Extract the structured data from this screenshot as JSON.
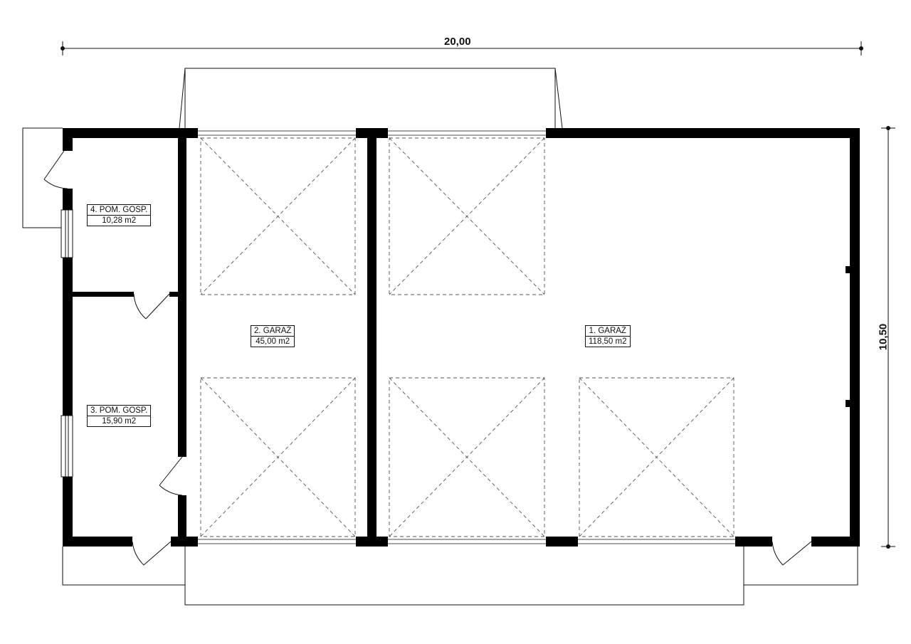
{
  "dimensions": {
    "width": "20,00",
    "depth": "10,50"
  },
  "rooms": [
    {
      "name": "1. GARAŻ",
      "area": "118,50 m2"
    },
    {
      "name": "2. GARAŻ",
      "area": "45,00 m2"
    },
    {
      "name": "3. POM. GOSP.",
      "area": "15,90 m2"
    },
    {
      "name": "4. POM. GOSP.",
      "area": "10,28 m2"
    }
  ]
}
